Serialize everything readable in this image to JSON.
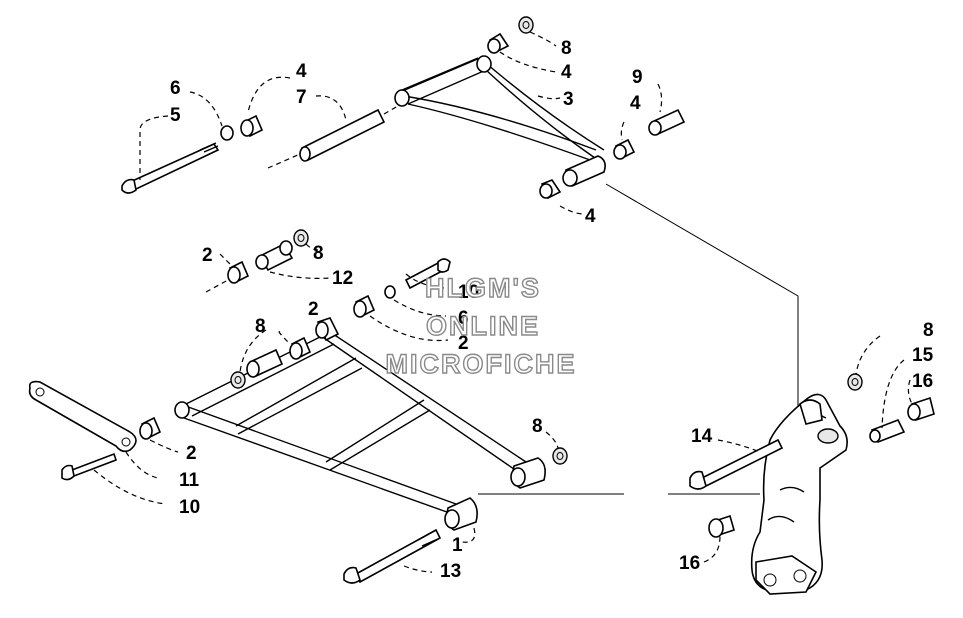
{
  "watermark": {
    "line1": "HLGM'S",
    "line2": "ONLINE",
    "line3": "MICROFICHE"
  },
  "callouts": {
    "c8_a": "8",
    "c4_a": "4",
    "c3": "3",
    "c9": "9",
    "c4_b": "4",
    "c4_c": "4",
    "c6_a": "6",
    "c5": "5",
    "c4_d": "4",
    "c7": "7",
    "c2_a": "2",
    "c8_b": "8",
    "c12": "12",
    "c10_a": "10",
    "c6_b": "6",
    "c2_b": "2",
    "c8_c": "8",
    "c2_c": "2",
    "c8_d": "8",
    "c2_d": "2",
    "c11": "11",
    "c10_b": "10",
    "c1": "1",
    "c13": "13",
    "c8_e": "8",
    "c15": "15",
    "c16_a": "16",
    "c14": "14",
    "c16_b": "16"
  }
}
